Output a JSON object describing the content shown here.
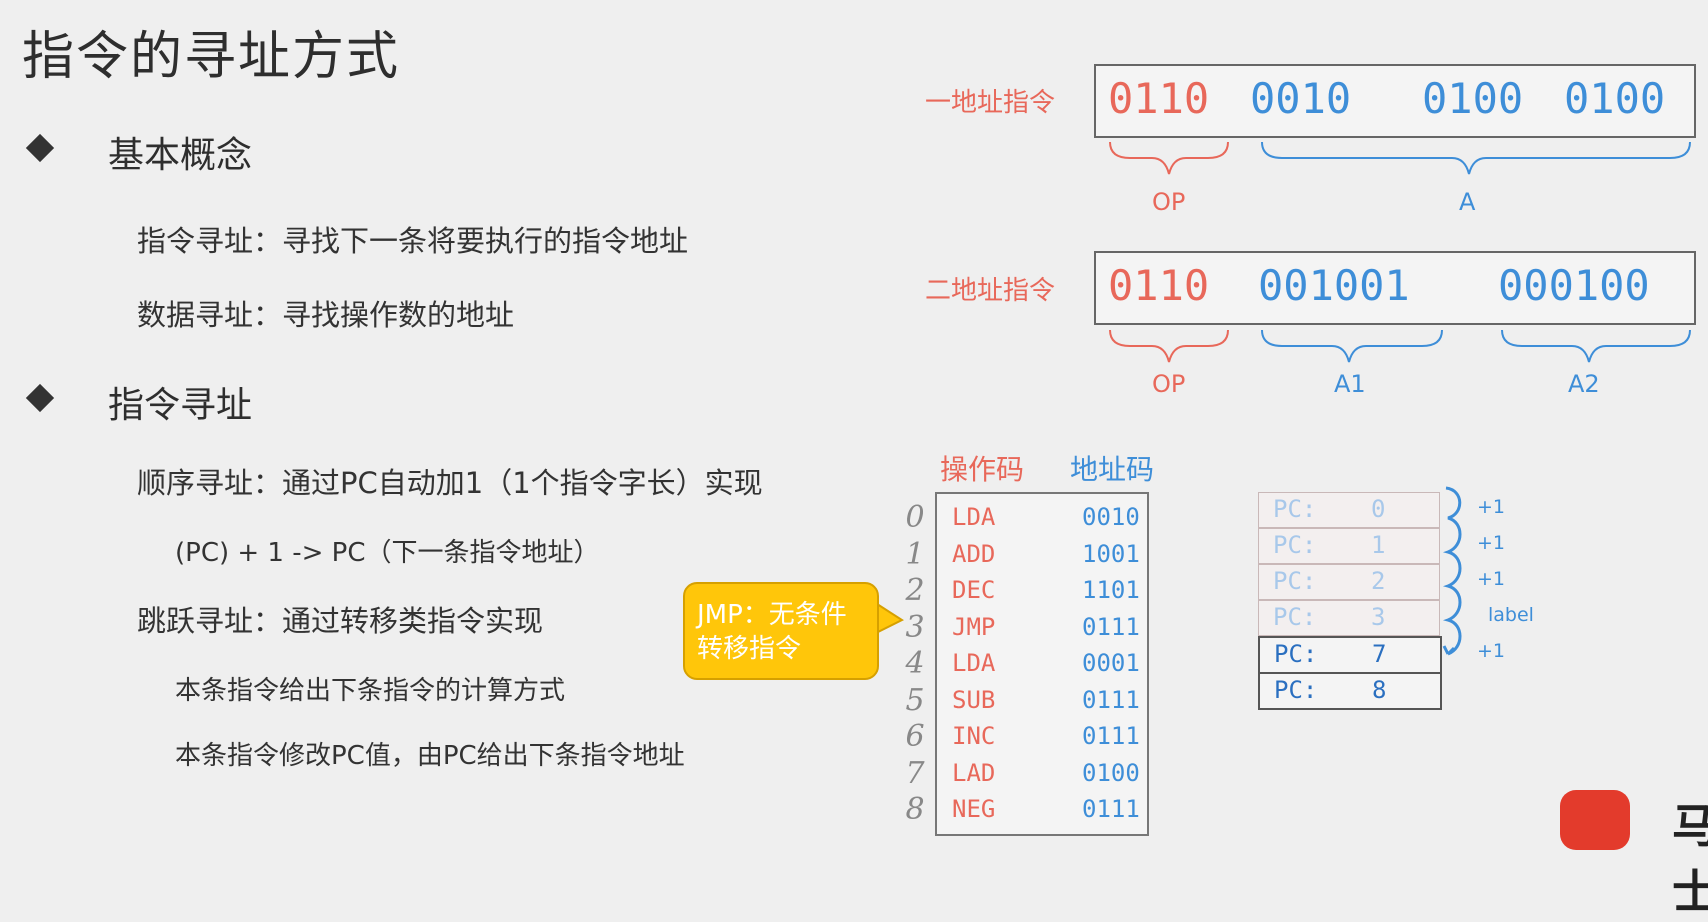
{
  "title": "指令的寻址方式",
  "sections": {
    "basic": {
      "heading": "基本概念",
      "line1": "指令寻址：寻找下一条将要执行的指令地址",
      "line2": "数据寻址：寻找操作数的地址"
    },
    "instr_addr": {
      "heading": "指令寻址",
      "seq": "顺序寻址：通过PC自动加1（1个指令字长）实现",
      "seq_formula": "(PC) + 1 -> PC（下一条指令地址）",
      "jump": "跳跃寻址：通过转移类指令实现",
      "jump_sub1": "本条指令给出下条指令的计算方式",
      "jump_sub2": "本条指令修改PC值，由PC给出下条指令地址"
    }
  },
  "one_addr": {
    "label": "一地址指令",
    "op_bits": "0110",
    "a_bits1": "0010",
    "a_bits2": "0100",
    "a_bits3": "0100",
    "op_label": "OP",
    "a_label": "A"
  },
  "two_addr": {
    "label": "二地址指令",
    "op_bits": "0110",
    "a1_bits": "001001",
    "a2_bits": "000100",
    "op_label": "OP",
    "a1_label": "A1",
    "a2_label": "A2"
  },
  "table": {
    "op_header": "操作码",
    "addr_header": "地址码",
    "rows": [
      {
        "n": "0",
        "op": "LDA",
        "addr": "0010"
      },
      {
        "n": "1",
        "op": "ADD",
        "addr": "1001"
      },
      {
        "n": "2",
        "op": "DEC",
        "addr": "1101"
      },
      {
        "n": "3",
        "op": "JMP",
        "addr": "0111"
      },
      {
        "n": "4",
        "op": "LDA",
        "addr": "0001"
      },
      {
        "n": "5",
        "op": "SUB",
        "addr": "0111"
      },
      {
        "n": "6",
        "op": "INC",
        "addr": "0111"
      },
      {
        "n": "7",
        "op": "LAD",
        "addr": "0100"
      },
      {
        "n": "8",
        "op": "NEG",
        "addr": "0111"
      }
    ]
  },
  "callout": {
    "line1": "JMP：无条件",
    "line2": "转移指令"
  },
  "pc": {
    "key": "PC:",
    "cells": [
      "0",
      "1",
      "2",
      "3",
      "7",
      "8"
    ],
    "steps": [
      "+1",
      "+1",
      "+1",
      "label",
      "+1"
    ]
  },
  "logo_text": "马士"
}
